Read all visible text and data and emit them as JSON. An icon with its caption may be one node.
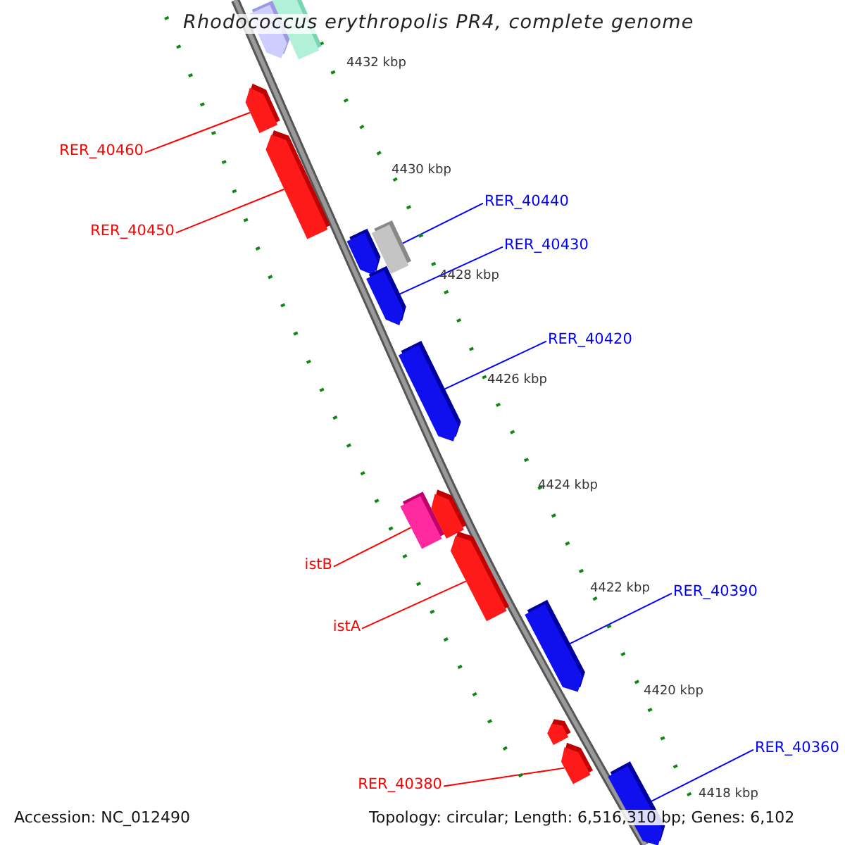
{
  "diagram": {
    "title": "Rhodococcus erythropolis PR4, complete genome",
    "nodes": [
      {
        "text": [],
        "shape": "arrow"
      },
      {
        "text": [],
        "shape": "arrow"
      },
      {
        "text": [],
        "shape": "arrow"
      },
      {
        "text": [],
        "shape": "arrow"
      },
      {
        "text": [],
        "shape": "arrow"
      },
      {
        "text": [],
        "shape": "arrow"
      },
      {
        "text": [],
        "shape": "arrow"
      },
      {
        "text": [],
        "shape": "arrow"
      },
      {
        "text": [],
        "shape": "arrow"
      },
      {
        "text": [],
        "shape": "arrow"
      },
      {
        "text": [],
        "shape": "arrow"
      },
      {
        "text": [],
        "shape": "arrow"
      },
      {
        "text": [],
        "shape": "arrow"
      },
      {
        "text": [],
        "shape": "arrow"
      },
      {
        "text": [],
        "shape": "arrow"
      },
      {
        "text": [
          "RER_40460"
        ]
      },
      {
        "text": [
          "RER_40450"
        ]
      },
      {
        "text": [
          "RER_40440"
        ]
      },
      {
        "text": [
          "RER_40430"
        ]
      },
      {
        "text": [
          "RER_40420"
        ]
      },
      {
        "text": [
          "istB"
        ]
      },
      {
        "text": [
          "istA"
        ]
      },
      {
        "text": [
          "RER_40390"
        ]
      },
      {
        "text": [
          "RER_40380"
        ]
      },
      {
        "text": [
          "RER_40360"
        ]
      }
    ],
    "edges": [
      {
        "from": 15,
        "to": 2,
        "arrow": "none",
        "color": "#ff0000"
      },
      {
        "from": 16,
        "to": 3,
        "arrow": "none",
        "color": "#ff0000"
      },
      {
        "from": 17,
        "to": 4,
        "arrow": "none",
        "color": "#0000ff"
      },
      {
        "from": 18,
        "to": 6,
        "arrow": "none",
        "color": "#0000ff"
      },
      {
        "from": 19,
        "to": 7,
        "arrow": "none",
        "color": "#0000ff"
      },
      {
        "from": 20,
        "to": 8,
        "arrow": "none",
        "color": "#ff0000"
      },
      {
        "from": 21,
        "to": 10,
        "arrow": "none",
        "color": "#ff0000"
      },
      {
        "from": 22,
        "to": 11,
        "arrow": "none",
        "color": "#0000ff"
      },
      {
        "from": 23,
        "to": 13,
        "arrow": "none",
        "color": "#ff0000"
      },
      {
        "from": 24,
        "to": 14,
        "arrow": "none",
        "color": "#0000ff"
      }
    ],
    "labels": [
      "4432 kbp",
      "4430 kbp",
      "4428 kbp",
      "4426 kbp",
      "4424 kbp",
      "4422 kbp",
      "4420 kbp",
      "4418 kbp",
      "Accession: NC_012490",
      "Topology: circular; Length: 6,516,310 bp; Genes: 6,102"
    ]
  }
}
